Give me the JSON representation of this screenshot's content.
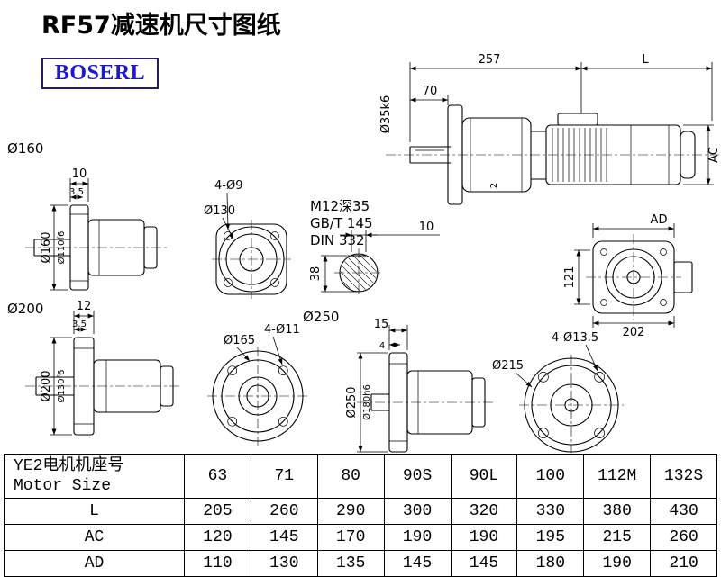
{
  "page": {
    "title": "RF57减速机尺寸图纸",
    "logo_text": "BOSERL"
  },
  "colors": {
    "logo_text": "#1b18cf",
    "logo_border": "#2a1a66",
    "line": "#000000"
  },
  "annotations": {
    "main_view": {
      "dim_257": "257",
      "dim_L": "L",
      "dim_70": "70",
      "shaft_dia": "Ø35k6",
      "dim_AC": "AC",
      "dim_2": "2"
    },
    "notes": {
      "line1": "M12深35",
      "line2": "GB/T 145",
      "line3": "DIN 332"
    },
    "shaft_section": {
      "key_width": "10",
      "dia_height": "38"
    },
    "motor_end_view": {
      "dim_AD": "AD",
      "dim_121": "121",
      "dim_202": "202"
    },
    "flange160": {
      "section_label": "Ø160",
      "dim_10": "10",
      "dim_3_5": "3.5",
      "flange_dia": "Ø160",
      "spigot_dia": "Ø110f6"
    },
    "flange130_front": {
      "holes": "4-Ø9",
      "bolt_circle": "Ø130"
    },
    "flange200": {
      "section_label": "Ø200",
      "dim_12": "12",
      "dim_3_5": "3.5",
      "flange_dia": "Ø200",
      "spigot_dia": "Ø130f6"
    },
    "flange250_front": {
      "bolt_circle": "Ø165",
      "holes": "4-Ø11"
    },
    "flange250": {
      "section_label": "Ø250",
      "dim_15": "15",
      "dim_4": "4",
      "flange_dia": "Ø250",
      "spigot_dia": "Ø180h6"
    },
    "flange215_front": {
      "dia": "Ø215",
      "holes": "4-Ø13.5"
    }
  },
  "table": {
    "header": {
      "line1": "YE2电机机座号",
      "line2": "Motor Size"
    },
    "columns": [
      "63",
      "71",
      "80",
      "90S",
      "90L",
      "100",
      "112M",
      "132S"
    ],
    "rows": [
      {
        "label": "L",
        "values": [
          "205",
          "260",
          "290",
          "300",
          "320",
          "330",
          "380",
          "430"
        ]
      },
      {
        "label": "AC",
        "values": [
          "120",
          "145",
          "170",
          "190",
          "190",
          "195",
          "215",
          "260"
        ]
      },
      {
        "label": "AD",
        "values": [
          "110",
          "130",
          "135",
          "145",
          "145",
          "180",
          "190",
          "210"
        ]
      }
    ]
  }
}
